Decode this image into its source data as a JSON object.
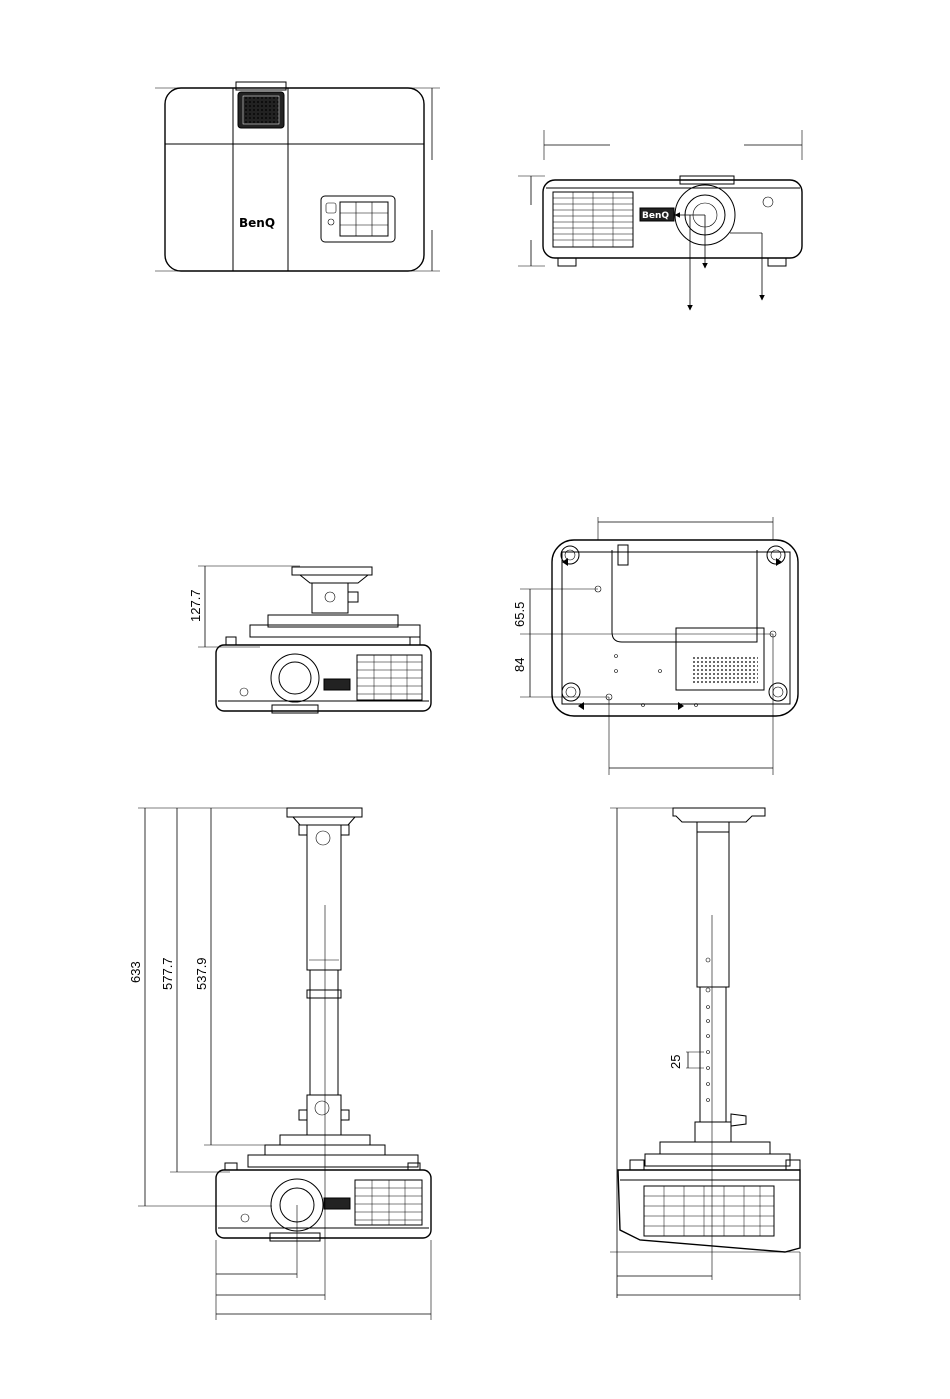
{
  "brand": "BenQ",
  "dimensions": {
    "mount_height": "127.7",
    "hole_spacing_a": "65.5",
    "hole_spacing_b": "84",
    "total_height": "633",
    "height_mid": "577.7",
    "height_short": "537.9",
    "pole_step": "25"
  },
  "colors": {
    "line": "#000000",
    "background": "#ffffff"
  }
}
